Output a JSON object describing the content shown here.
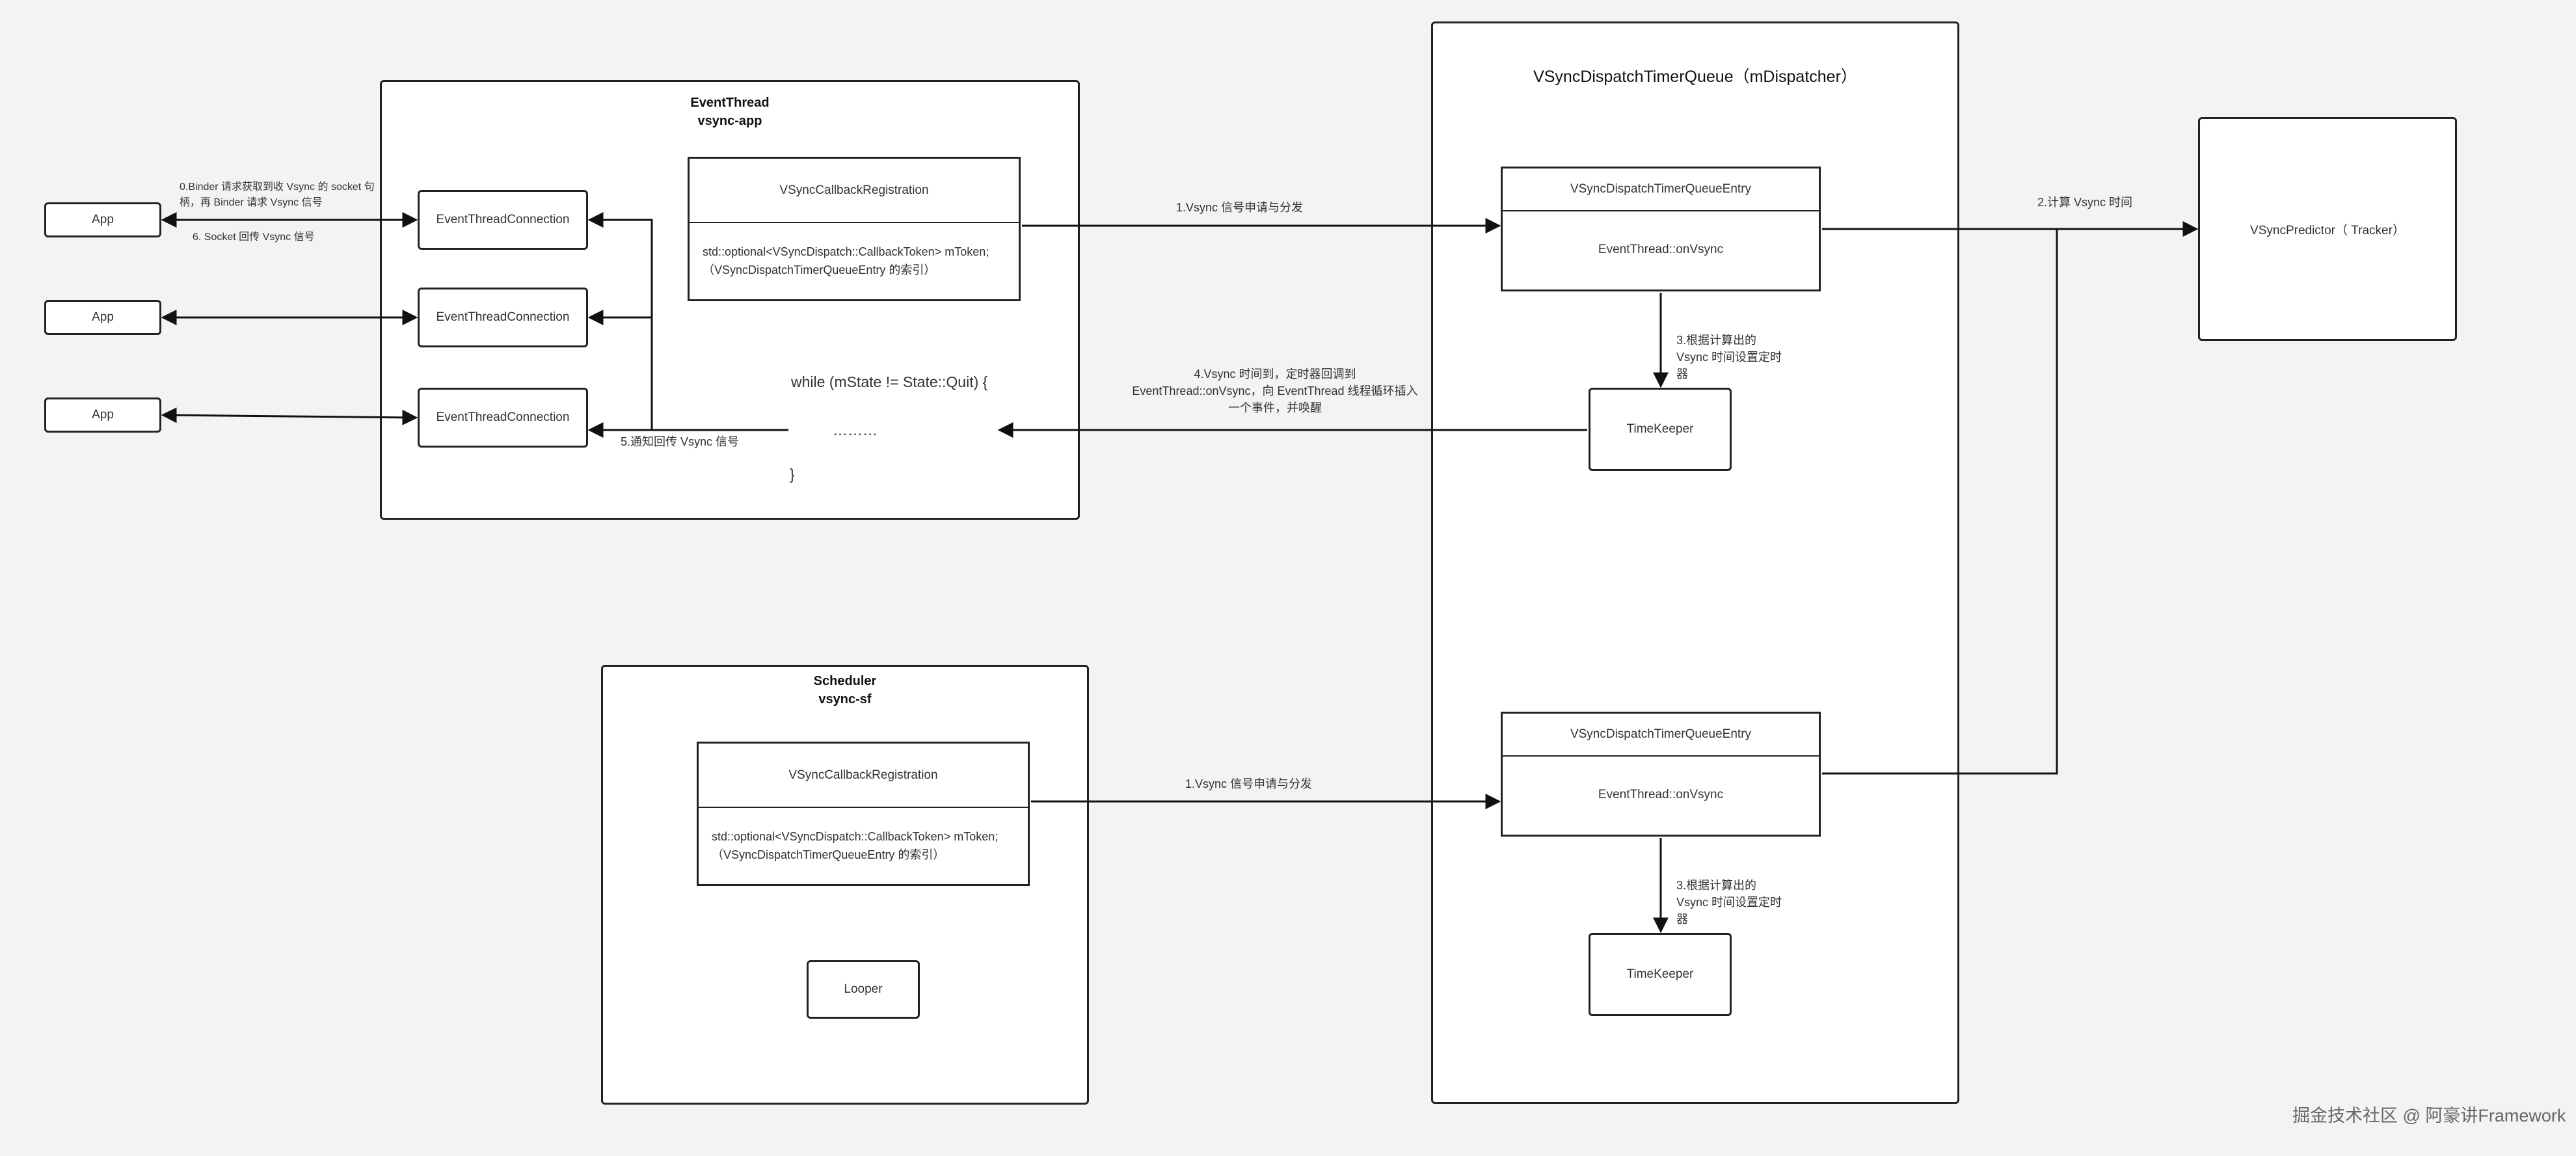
{
  "apps": [
    "App",
    "App",
    "App"
  ],
  "event_thread": {
    "title_line1": "EventThread",
    "title_line2": "vsync-app",
    "connections": [
      "EventThreadConnection",
      "EventThreadConnection",
      "EventThreadConnection"
    ],
    "registration": {
      "header": "VSyncCallbackRegistration",
      "body_line1": "std::optional<VSyncDispatch::CallbackToken> mToken;",
      "body_line2": "（VSyncDispatchTimerQueueEntry 的索引）"
    },
    "loop": {
      "line1": "while (mState != State::Quit) {",
      "line2": "………",
      "line3": "}"
    }
  },
  "scheduler": {
    "title_line1": "Scheduler",
    "title_line2": "vsync-sf",
    "registration": {
      "header": "VSyncCallbackRegistration",
      "body_line1": "std::optional<VSyncDispatch::CallbackToken> mToken;",
      "body_line2": "（VSyncDispatchTimerQueueEntry 的索引）"
    },
    "looper": "Looper"
  },
  "dispatcher": {
    "title": "VSyncDispatchTimerQueue（mDispatcher）",
    "entries": [
      {
        "header": "VSyncDispatchTimerQueueEntry",
        "body": "EventThread::onVsync"
      },
      {
        "header": "VSyncDispatchTimerQueueEntry",
        "body": "EventThread::onVsync"
      }
    ],
    "timekeepers": [
      "TimeKeeper",
      "TimeKeeper"
    ]
  },
  "predictor": "VSyncPredictor（ Tracker）",
  "labels": {
    "binder_line1": "0.Binder 请求获取到收 Vsync 的 socket 句",
    "binder_line2": "柄，再 Binder 请求 Vsync 信号",
    "socket": "6.  Socket 回传 Vsync 信号",
    "notify": "5.通知回传 Vsync 信号",
    "apply_app": "1.Vsync 信号申请与分发",
    "apply_sf": "1.Vsync 信号申请与分发",
    "compute": "2.计算 Vsync 时间",
    "timer1_line1": "3.根据计算出的",
    "timer1_line2": "Vsync 时间设置定时",
    "timer1_line3": "器",
    "timer2_line1": "3.根据计算出的",
    "timer2_line2": "Vsync 时间设置定时",
    "timer2_line3": "器",
    "callback_line1": "4.Vsync 时间到，定时器回调到",
    "callback_line2": "EventThread::onVsync，向 EventThread 线程循环插入",
    "callback_line3": "一个事件，并唤醒"
  },
  "watermark": "掘金技术社区 @ 阿豪讲Framework"
}
